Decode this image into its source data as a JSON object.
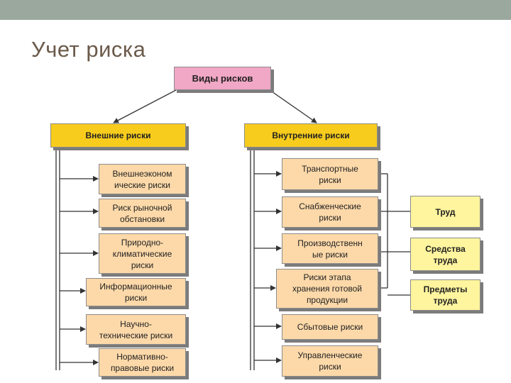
{
  "slide": {
    "title": "Учет риска"
  },
  "diagram": {
    "root": "Виды рисков",
    "external": {
      "header": "Внешние риски",
      "items": [
        "Внешнеэконом\nические риски",
        "Риск рыночной\nобстановки",
        "Природно-\nклиматические\nриски",
        "Информационные\nриски",
        "Научно-\nтехнические риски",
        "Нормативно-\nправовые риски"
      ]
    },
    "internal": {
      "header": "Внутренние риски",
      "items": [
        "Транспортные\nриски",
        "Снабженческие\nриски",
        "Производственн\nые риски",
        "Риски этапа\nхранения готовой\nпродукции",
        "Сбытовые риски",
        "Управленческие\nриски"
      ]
    },
    "factors": [
      "Труд",
      "Средства\nтруда",
      "Предметы\nтруда"
    ]
  }
}
